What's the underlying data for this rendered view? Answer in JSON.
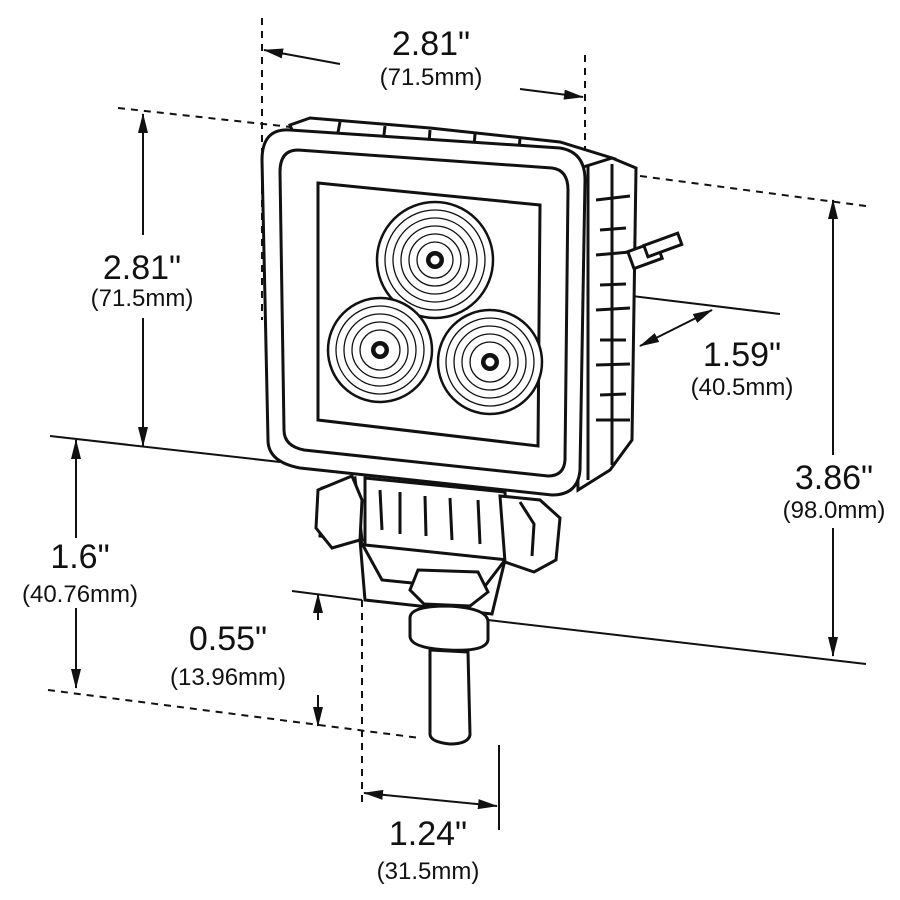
{
  "dimensions": {
    "top_width": {
      "imperial": "2.81\"",
      "metric": "(71.5mm)"
    },
    "left_height": {
      "imperial": "2.81\"",
      "metric": "(71.5mm)"
    },
    "depth": {
      "imperial": "1.59\"",
      "metric": "(40.5mm)"
    },
    "total_height": {
      "imperial": "3.86\"",
      "metric": "(98.0mm)"
    },
    "mount_height": {
      "imperial": "1.6\"",
      "metric": "(40.76mm)"
    },
    "stud_length": {
      "imperial": "0.55\"",
      "metric": "(13.96mm)"
    },
    "bracket_width": {
      "imperial": "1.24\"",
      "metric": "(31.5mm)"
    }
  }
}
